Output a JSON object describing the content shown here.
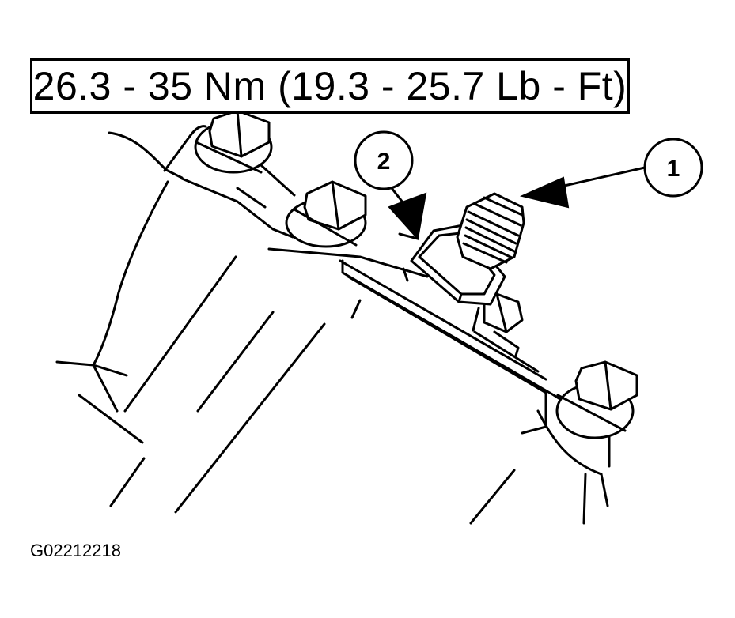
{
  "spec": {
    "torque_label": "26.3 - 35 Nm (19.3 - 25.7 Lb - Ft)"
  },
  "callouts": [
    {
      "number": "1"
    },
    {
      "number": "2"
    }
  ],
  "figure": {
    "code": "G02212218"
  }
}
